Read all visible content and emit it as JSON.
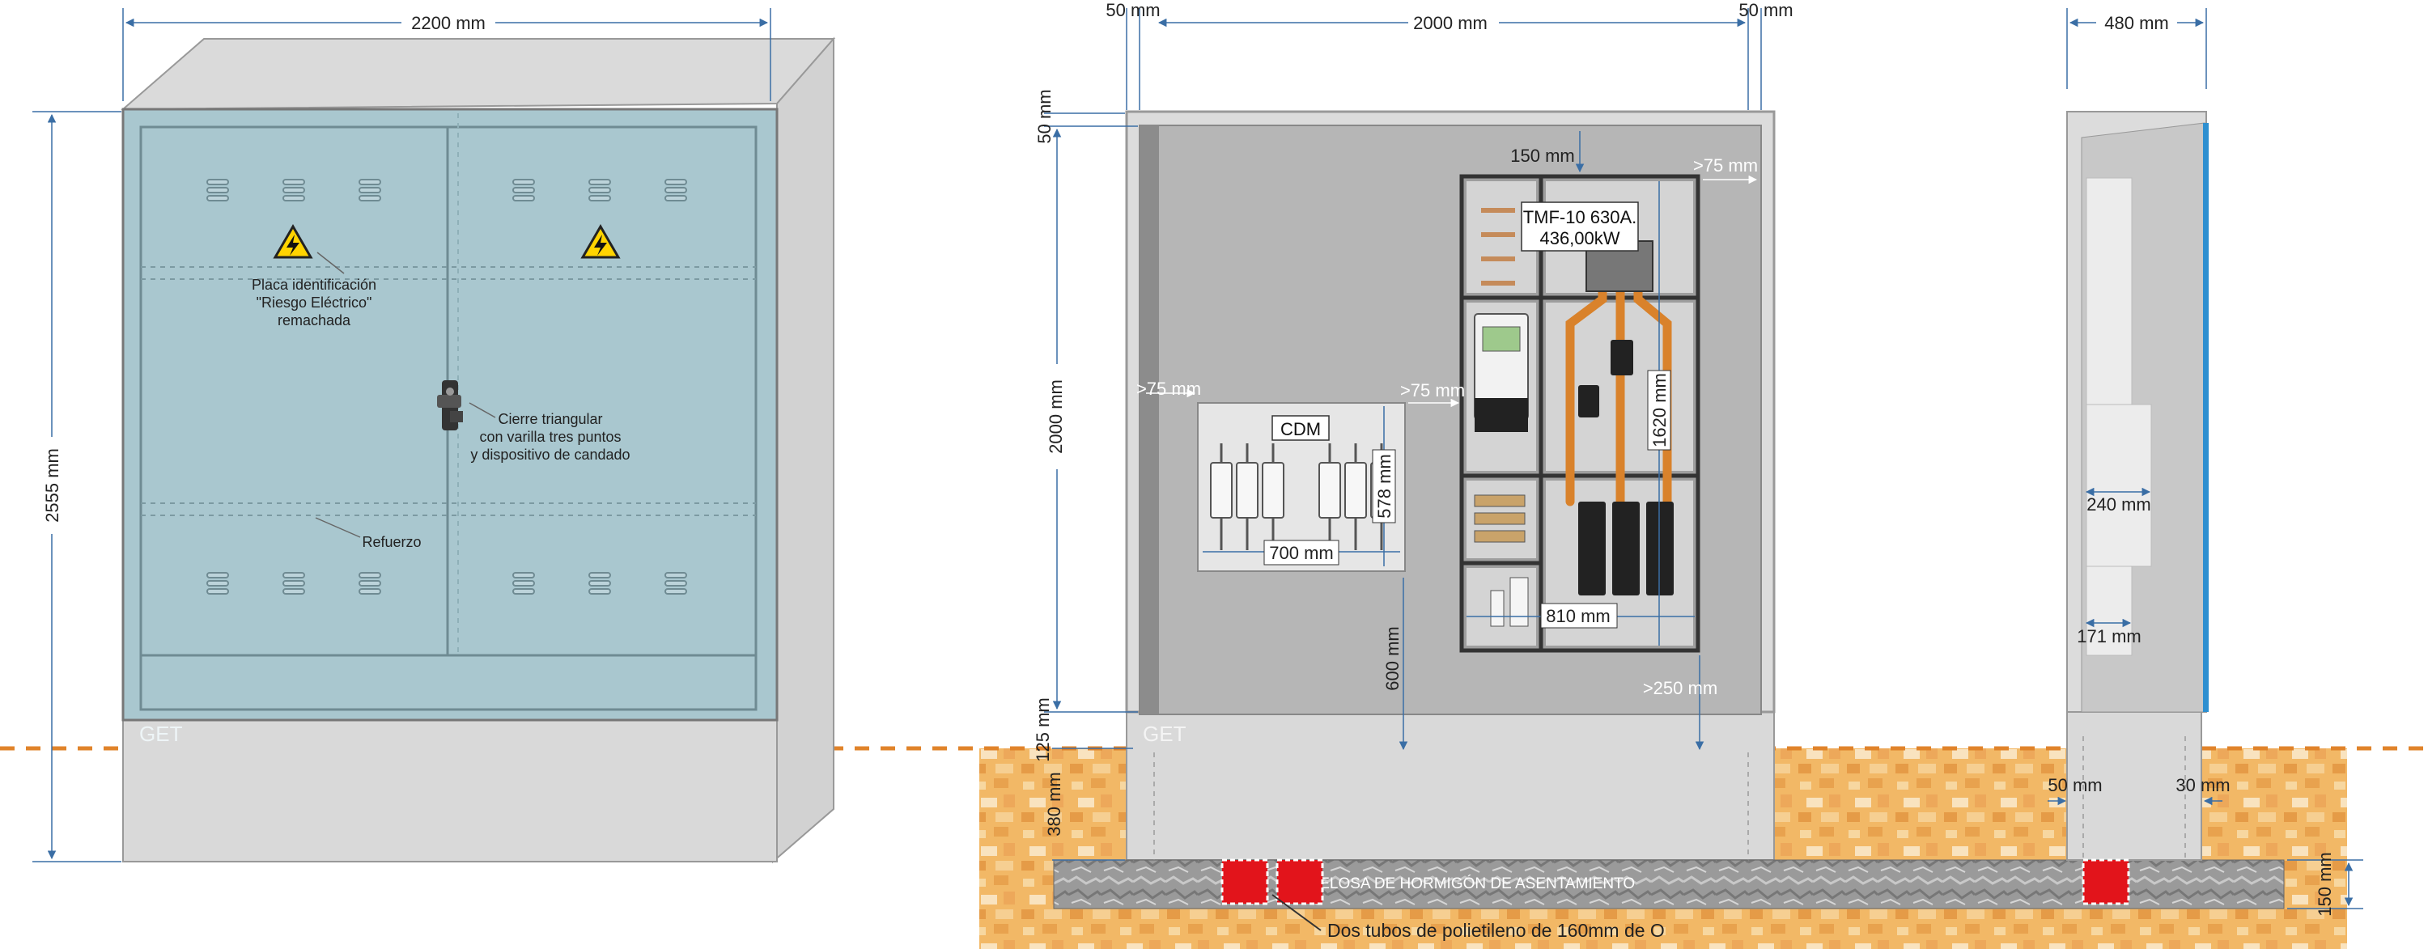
{
  "front_view": {
    "width_dim": "2200 mm",
    "height_dim": "2555 mm",
    "get_mark": "GET",
    "note_plate": [
      "Placa identificación",
      "\"Riesgo Eléctrico\"",
      "remachada"
    ],
    "note_lock": [
      "Cierre triangular",
      "con varilla tres puntos",
      "y dispositivo de candado"
    ],
    "note_reinforce": "Refuerzo"
  },
  "interior_view": {
    "dim_top_left": "50 mm",
    "dim_top_mid": "2000 mm",
    "dim_top_right": "50 mm",
    "dim_left_top": "50 mm",
    "dim_left_mid": "2000 mm",
    "dim_left_125": "125 mm",
    "dim_left_380": "380 mm",
    "dim_gap_left": ">75 mm",
    "dim_gap_mid": ">75 mm",
    "dim_gap_right": ">75 mm",
    "dim_150": "150 mm",
    "dim_250": ">250 mm",
    "dim_600": "600 mm",
    "dim_578": "578 mm",
    "dim_700": "700 mm",
    "dim_810": "810 mm",
    "dim_1620": "1620 mm",
    "cdm_label": "CDM",
    "tmf_label": [
      "TMF-10 630A.",
      "436,00kW"
    ],
    "get_mark": "GET",
    "slab_label": "PRELOSA DE HORMIGÓN DE ASENTAMIENTO",
    "tubes_note": "Dos tubos de polietileno de 160mm de O"
  },
  "side_view": {
    "dim_width": "480 mm",
    "dim_240": "240 mm",
    "dim_171": "171 mm",
    "dim_50": "50 mm",
    "dim_30": "30 mm",
    "dim_150": "150 mm"
  }
}
